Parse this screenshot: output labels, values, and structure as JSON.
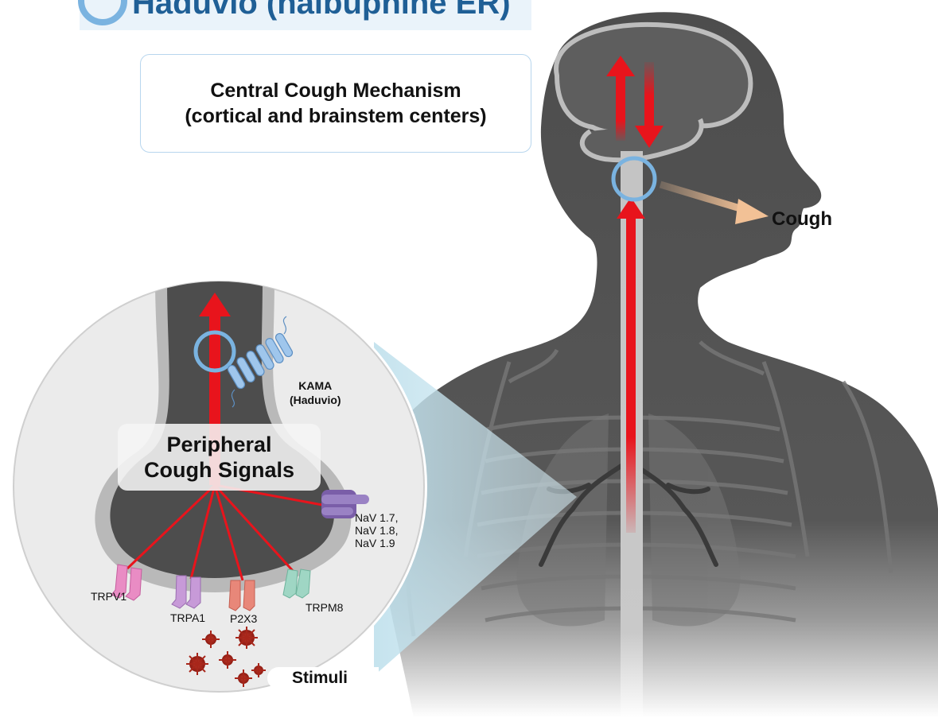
{
  "header": {
    "title": "Haduvio (nalbuphine ER)"
  },
  "central": {
    "text": "Central Cough Mechanism\n(cortical and brainstem centers)"
  },
  "cough": {
    "label": "Cough"
  },
  "peripheral": {
    "text": "Peripheral\nCough Signals"
  },
  "kama": {
    "label": "KAMA\n(Haduvio)"
  },
  "nav": {
    "label": "NaV 1.7,\nNaV 1.8,\nNaV 1.9"
  },
  "receptors": {
    "trpv1": "TRPV1",
    "trpa1": "TRPA1",
    "p2x3": "P2X3",
    "trpm8": "TRPM8"
  },
  "stimuli": {
    "label": "Stimuli"
  },
  "colors": {
    "body": "#4d4d4d",
    "spine": "#bdbdbd",
    "signal_red": "#e8141c",
    "ring_blue": "#7ab3e0",
    "cough_arrow": "#f2c196",
    "title_blue": "#1f5f96"
  },
  "icons": [
    "kama-receptor-icon",
    "sodium-channel-icon",
    "virus-icon",
    "target-ring-icon"
  ]
}
